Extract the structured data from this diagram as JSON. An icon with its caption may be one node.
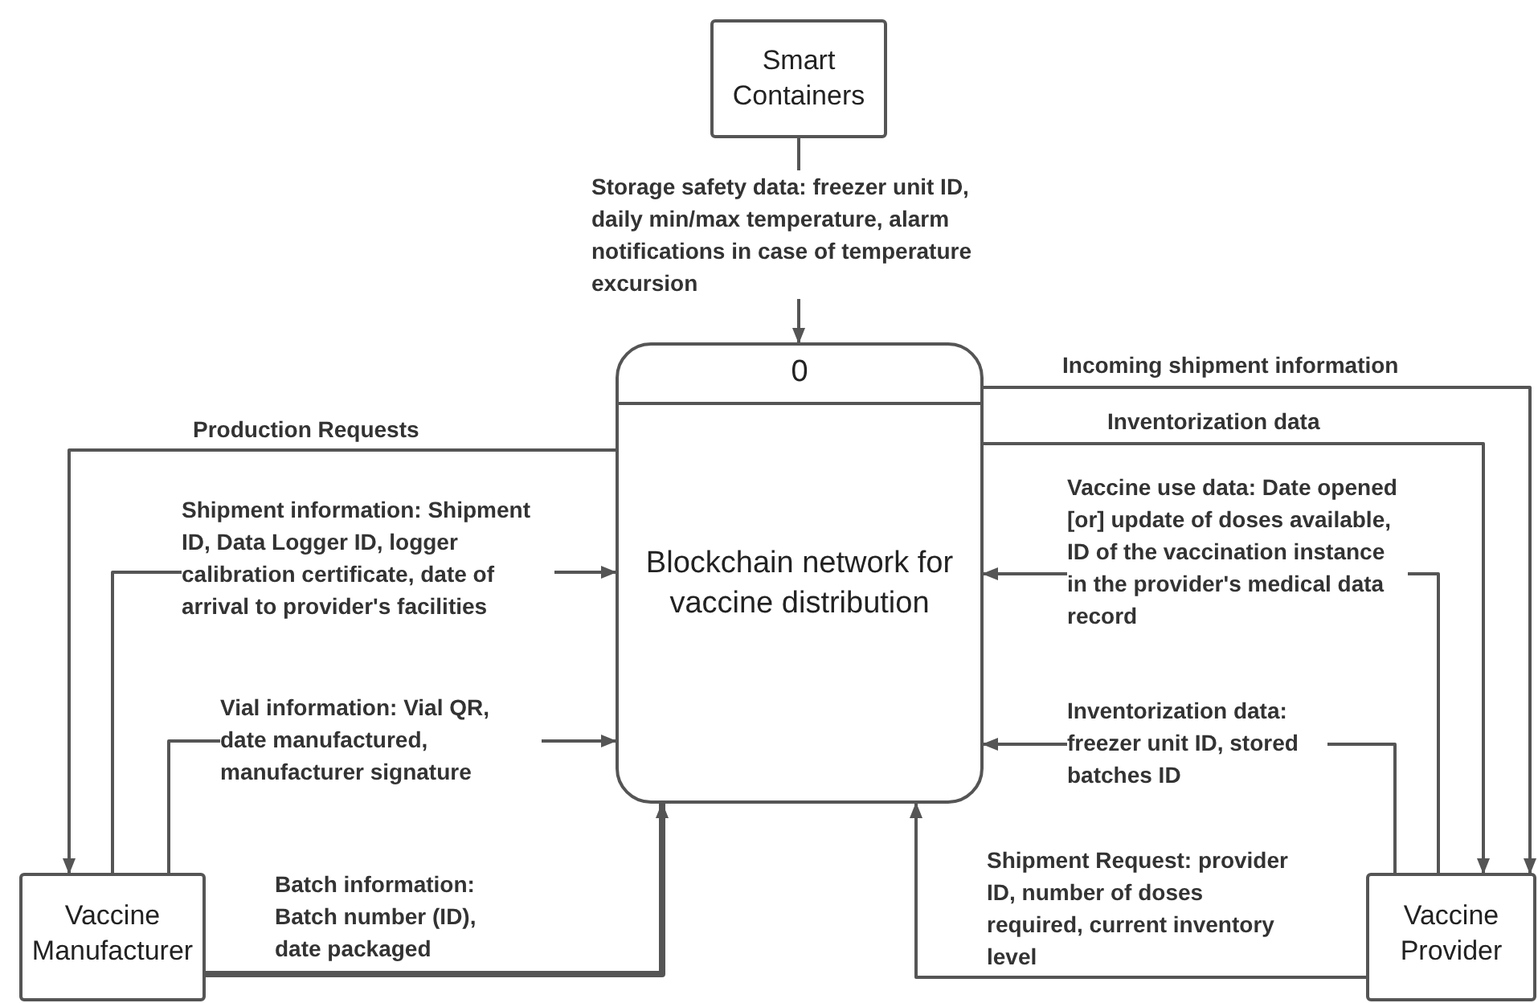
{
  "diagram": {
    "nodes": [
      {
        "text": [
          "Smart Containers"
        ]
      },
      {
        "text": [
          "0",
          "Blockchain network for vaccine distribution"
        ]
      },
      {
        "text": [
          "Vaccine Manufacturer"
        ]
      },
      {
        "text": [
          "Vaccine Provider"
        ]
      }
    ],
    "edges": [
      {
        "from": 0,
        "to": 1,
        "arrow": "to",
        "label": "Storage safety data: freezer unit ID, daily min/max temperature, alarm notifications in case of temperature excursion"
      },
      {
        "from": 1,
        "to": 2,
        "arrow": "to",
        "label": "Production Requests"
      },
      {
        "from": 2,
        "to": 1,
        "arrow": "to",
        "label": "Shipment information: Shipment ID, Data Logger ID, logger calibration certificate, date of arrival to provider's facilities"
      },
      {
        "from": 2,
        "to": 1,
        "arrow": "to",
        "label": "Vial information: Vial QR, date manufactured, manufacturer signature"
      },
      {
        "from": 2,
        "to": 1,
        "arrow": "to",
        "label": "Batch information: Batch number (ID), date packaged",
        "style": "thick"
      },
      {
        "from": 1,
        "to": 3,
        "arrow": "to",
        "label": "Incoming shipment information"
      },
      {
        "from": 1,
        "to": 3,
        "arrow": "to",
        "label": "Inventorization data"
      },
      {
        "from": 3,
        "to": 1,
        "arrow": "to",
        "label": "Vaccine use data: Date opened [or] update of doses available, ID of the vaccination instance in the provider's medical data record"
      },
      {
        "from": 3,
        "to": 1,
        "arrow": "to",
        "label": "Inventorization data: freezer unit ID, stored batches ID"
      },
      {
        "from": 3,
        "to": 1,
        "arrow": "to",
        "label": "Shipment Request: provider ID, number of doses required, current inventory level"
      }
    ]
  }
}
